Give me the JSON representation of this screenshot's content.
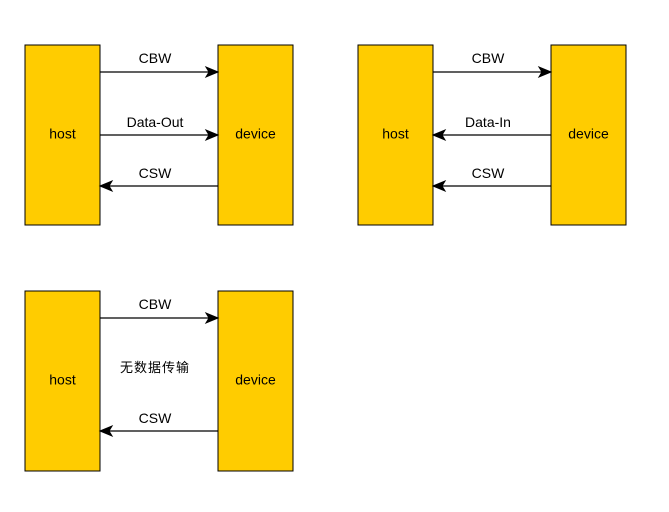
{
  "colors": {
    "box_fill": "#ffcc00",
    "stroke": "#000000"
  },
  "diagrams": [
    {
      "host_label": "host",
      "device_label": "device",
      "arrows": [
        {
          "label": "CBW",
          "direction": "host-to-device"
        },
        {
          "label": "Data-Out",
          "direction": "host-to-device"
        },
        {
          "label": "CSW",
          "direction": "device-to-host"
        }
      ]
    },
    {
      "host_label": "host",
      "device_label": "device",
      "arrows": [
        {
          "label": "CBW",
          "direction": "host-to-device"
        },
        {
          "label": "Data-In",
          "direction": "device-to-host"
        },
        {
          "label": "CSW",
          "direction": "device-to-host"
        }
      ]
    },
    {
      "host_label": "host",
      "device_label": "device",
      "note": "无数据传输",
      "arrows": [
        {
          "label": "CBW",
          "direction": "host-to-device"
        },
        {
          "label": "CSW",
          "direction": "device-to-host"
        }
      ]
    }
  ]
}
